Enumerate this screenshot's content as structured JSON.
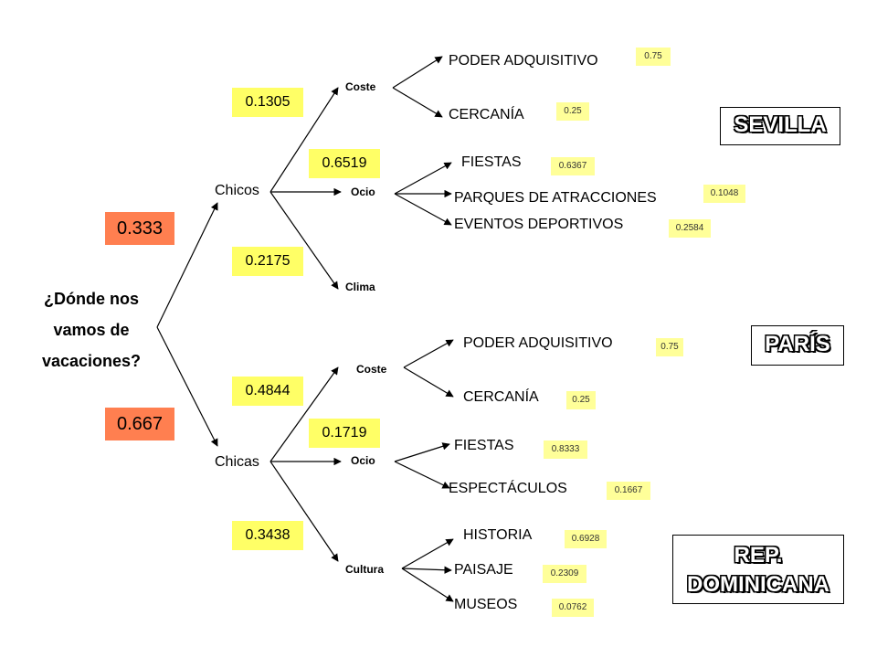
{
  "root": {
    "line1": "¿Dónde nos",
    "line2": "vamos de",
    "line3": "vacaciones?"
  },
  "groups": {
    "chicos": {
      "label": "Chicos",
      "weight": "0.333"
    },
    "chicas": {
      "label": "Chicas",
      "weight": "0.667"
    }
  },
  "chicos_criteria": {
    "coste": {
      "label": "Coste",
      "weight": "0.1305"
    },
    "ocio": {
      "label": "Ocio",
      "weight": "0.6519"
    },
    "clima": {
      "label": "Clima",
      "weight": "0.2175"
    }
  },
  "chicas_criteria": {
    "coste": {
      "label": "Coste",
      "weight": "0.4844"
    },
    "ocio": {
      "label": "Ocio",
      "weight": "0.1719"
    },
    "cultura": {
      "label": "Cultura",
      "weight": "0.3438"
    }
  },
  "chicos_leaves": {
    "poder": {
      "label": "PODER ADQUISITIVO",
      "weight": "0.75"
    },
    "cercania": {
      "label": "CERCANÍA",
      "weight": "0.25"
    },
    "fiestas": {
      "label": "FIESTAS",
      "weight": "0.6367"
    },
    "parques": {
      "label": "PARQUES DE ATRACCIONES",
      "weight": "0.1048"
    },
    "eventos": {
      "label": "EVENTOS DEPORTIVOS",
      "weight": "0.2584"
    }
  },
  "chicas_leaves": {
    "poder": {
      "label": "PODER ADQUISITIVO",
      "weight": "0.75"
    },
    "cercania": {
      "label": "CERCANÍA",
      "weight": "0.25"
    },
    "fiestas": {
      "label": "FIESTAS",
      "weight": "0.8333"
    },
    "espectaculos": {
      "label": "ESPECTÁCULOS",
      "weight": "0.1667"
    },
    "historia": {
      "label": "HISTORIA",
      "weight": "0.6928"
    },
    "paisaje": {
      "label": "PAISAJE",
      "weight": "0.2309"
    },
    "museos": {
      "label": "MUSEOS",
      "weight": "0.0762"
    }
  },
  "destinations": {
    "sevilla": "SEVILLA",
    "paris": "PARÍS",
    "rep_line1": "REP.",
    "rep_line2": "DOMINICANA"
  }
}
